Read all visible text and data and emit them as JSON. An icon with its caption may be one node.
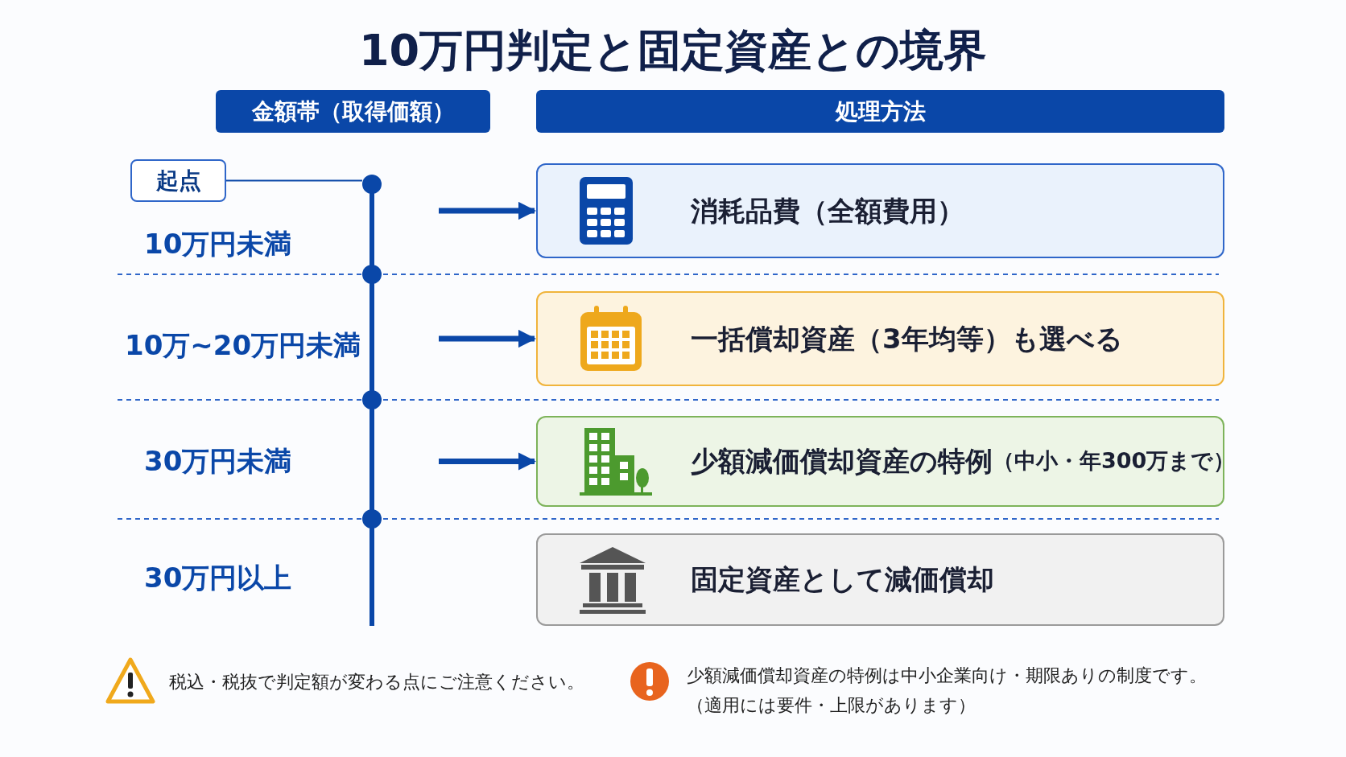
{
  "diagram": {
    "title": "10万円判定と固定資産との境界",
    "nodes": [
      {
        "text": [
          "金額帯（取得価額）"
        ]
      },
      {
        "text": [
          "処理方法"
        ]
      },
      {
        "text": [
          "起点"
        ]
      },
      {
        "text": [],
        "shape": "circle"
      },
      {
        "text": [],
        "shape": "circle"
      },
      {
        "text": [],
        "shape": "circle"
      },
      {
        "text": [],
        "shape": "circle"
      },
      {
        "text": [
          "消耗品費（全額費用）"
        ]
      },
      {
        "text": [
          "一括償却資産（3年均等）も選べる"
        ]
      },
      {
        "text": [
          "少額減価償却資産の特例",
          "（中小・年300万まで）"
        ]
      },
      {
        "text": [
          "固定資産として減価償却"
        ]
      }
    ],
    "edges": [
      {
        "from": 2,
        "to": 3,
        "arrow": "none"
      },
      {
        "from": null,
        "to": 7,
        "arrow": "to"
      },
      {
        "from": null,
        "to": 8,
        "arrow": "to"
      },
      {
        "from": null,
        "to": 9,
        "arrow": "to"
      }
    ],
    "labels": [
      "10万円未満",
      "10万~20万円未満",
      "30万円未満",
      "30万円以上",
      "税込・税抜で判定額が変わる点にご注意ください。",
      "少額減価償却資産の特例は中小企業向け・期限ありの制度です。",
      "（適用には要件・上限があります）"
    ]
  }
}
